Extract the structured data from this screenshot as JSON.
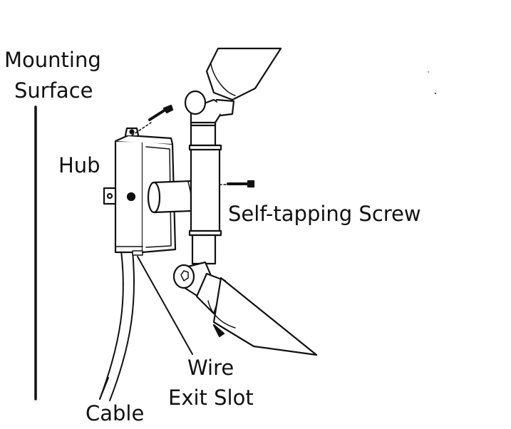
{
  "labels": {
    "mounting_surface_line1": "Mounting",
    "mounting_surface_line2": "Surface",
    "hub": "Hub",
    "self_tapping_screw": "Self-tapping Screw",
    "wire_line1": "Wire",
    "wire_line2": "Exit Slot",
    "cable": "Cable"
  },
  "colors": {
    "ink": "#111111",
    "fill": "#ffffff",
    "shade": "#d8d8d8"
  }
}
